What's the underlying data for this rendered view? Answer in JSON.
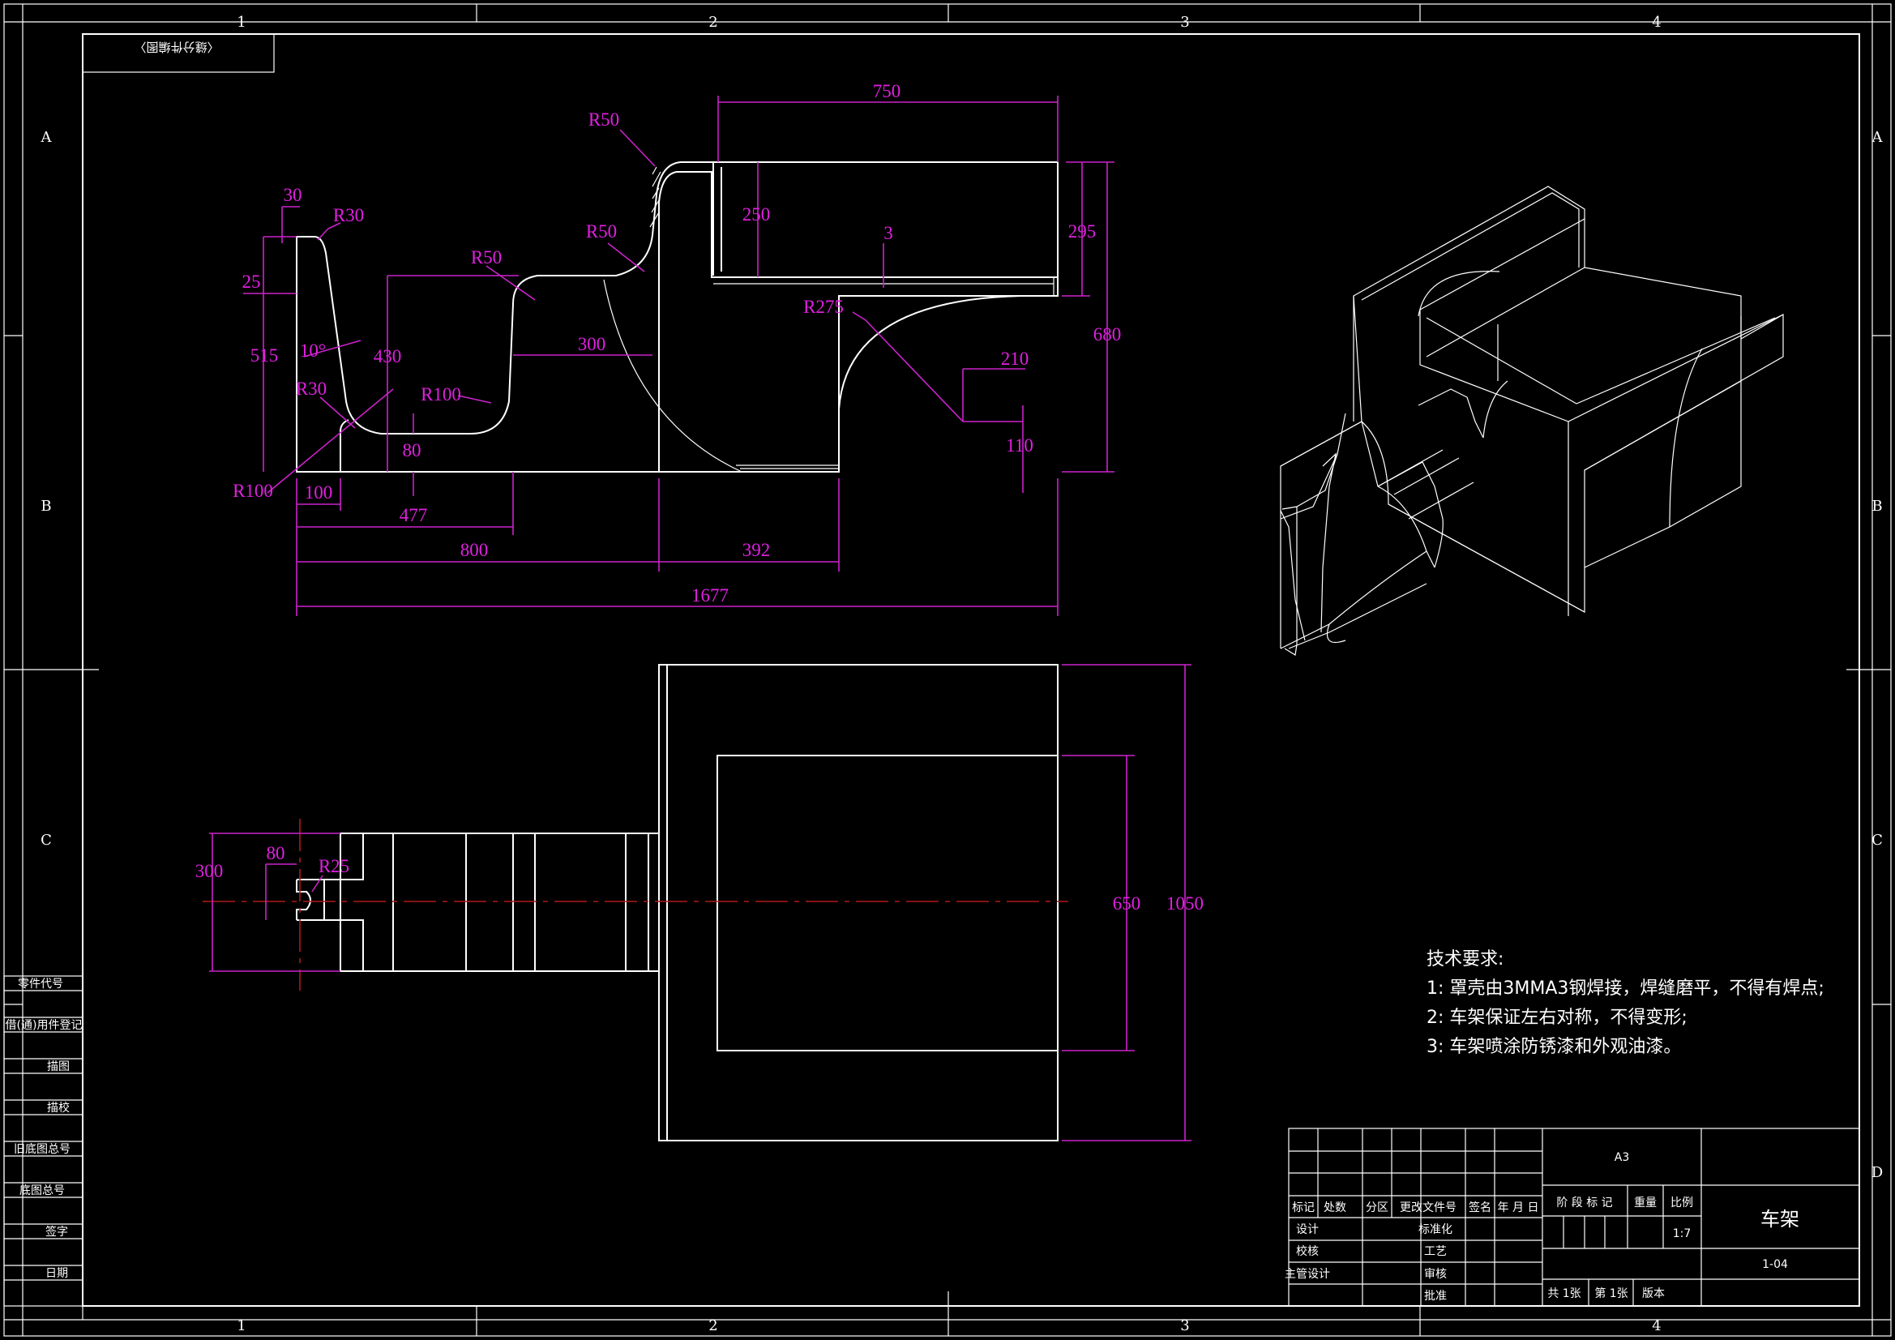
{
  "border": {
    "columns": [
      "1",
      "2",
      "3",
      "4"
    ],
    "rows": [
      "A",
      "B",
      "C",
      "D"
    ]
  },
  "corner_stamp": "〈缝分件编图〉",
  "side_panel": [
    "零件代号",
    "借(通)用件登记",
    "描图",
    "描校",
    "旧底图总号",
    "底图总号",
    "签字",
    "日期"
  ],
  "front_view_dims": {
    "d750": "750",
    "d250": "250",
    "d295": "295",
    "d680": "680",
    "d3": "3",
    "d30": "30",
    "d25": "25",
    "d515": "515",
    "d430": "430",
    "d300": "300",
    "d80": "80",
    "d210": "210",
    "d110": "110",
    "d100": "100",
    "d477": "477",
    "d800": "800",
    "d392": "392",
    "d1677": "1677",
    "angle": "10°",
    "r50a": "R50",
    "r50b": "R50",
    "r50c": "R50",
    "r30a": "R30",
    "r30b": "R30",
    "r100a": "R100",
    "r100b": "R100",
    "r275": "R275"
  },
  "top_view_dims": {
    "d300": "300",
    "d80": "80",
    "r25": "R25",
    "d650": "650",
    "d1050": "1050"
  },
  "tech_requirements": {
    "title": "技术要求:",
    "items": [
      "1: 罩壳由3MMA3钢焊接，焊缝磨平，不得有焊点;",
      "2: 车架保证左右对称，不得变形;",
      "3: 车架喷涂防锈漆和外观油漆。"
    ]
  },
  "title_block": {
    "format": "A3",
    "part_name": "车架",
    "drawing_no": "1-04",
    "scale": "1:7",
    "header_row": [
      "标记",
      "处数",
      "分区",
      "更改文件号",
      "签名",
      "年 月 日"
    ],
    "roles": [
      "设计",
      "校核",
      "主管设计"
    ],
    "roles2": [
      "标准化",
      "工艺",
      "审核",
      "批准"
    ],
    "stage_label": "阶 段 标 记",
    "weight_label": "重量",
    "scale_label": "比例",
    "sheets_total": "共 1张",
    "sheet_no": "第 1张",
    "version": "版本"
  }
}
